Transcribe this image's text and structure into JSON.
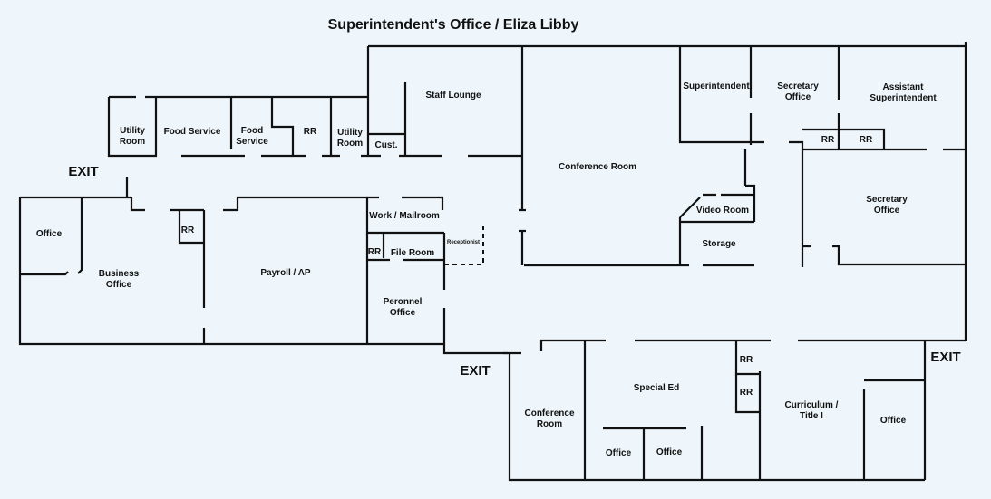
{
  "title": "Superintendent's Office / Eliza Libby",
  "colors": {
    "background": "#eef6fb",
    "wall": "#111111"
  },
  "rooms": {
    "utility_room_1": "Utility\nRoom",
    "food_service_1": "Food Service",
    "food_service_2": "Food\nService",
    "rr_upper": "RR",
    "utility_room_2": "Utility\nRoom",
    "cust": "Cust.",
    "staff_lounge": "Staff Lounge",
    "conference_room_main": "Conference Room",
    "superintendent": "Superintendent",
    "secretary_office_top": "Secretary\nOffice",
    "assistant_superintendent": "Assistant\nSuperintendent",
    "rr_sec_1": "RR",
    "rr_sec_2": "RR",
    "secretary_office_right": "Secretary\nOffice",
    "video_room": "Video Room",
    "storage": "Storage",
    "office_left": "Office",
    "business_office": "Business\nOffice",
    "rr_business": "RR",
    "payroll_ap": "Payroll / AP",
    "work_mailroom": "Work / Mailroom",
    "rr_file": "RR",
    "file_room": "File Room",
    "receptionist": "Receptionist",
    "peronnel_office": "Peronnel\nOffice",
    "conference_room_lower": "Conference\nRoom",
    "special_ed": "Special Ed",
    "office_sped_1": "Office",
    "office_sped_2": "Office",
    "rr_lower_1": "RR",
    "rr_lower_2": "RR",
    "curriculum_title_i": "Curriculum /\nTitle I",
    "office_curriculum": "Office"
  },
  "exits": {
    "west": "EXIT",
    "south": "EXIT",
    "east": "EXIT"
  }
}
